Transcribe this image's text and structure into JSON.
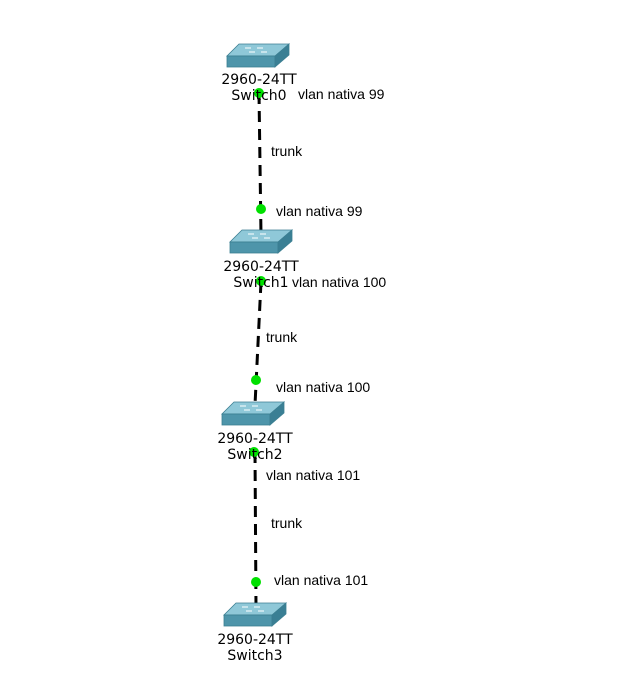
{
  "switches": [
    {
      "model": "2960-24TT",
      "name": "Switch0"
    },
    {
      "model": "2960-24TT",
      "name": "Switch1"
    },
    {
      "model": "2960-24TT",
      "name": "Switch2"
    },
    {
      "model": "2960-24TT",
      "name": "Switch3"
    }
  ],
  "links": [
    {
      "type_label": "trunk",
      "end_a_label": "vlan nativa 99",
      "end_b_label": "vlan nativa 99"
    },
    {
      "type_label": "trunk",
      "end_a_label": "vlan nativa 100",
      "end_b_label": "vlan nativa 100"
    },
    {
      "type_label": "trunk",
      "end_a_label": "vlan nativa 101",
      "end_b_label": "vlan nativa 101"
    }
  ],
  "colors": {
    "link_up": "#00e000",
    "cable": "#000000",
    "switch_top": "#8fc8d8",
    "switch_front": "#4e95aa",
    "switch_side": "#3a7f94"
  }
}
